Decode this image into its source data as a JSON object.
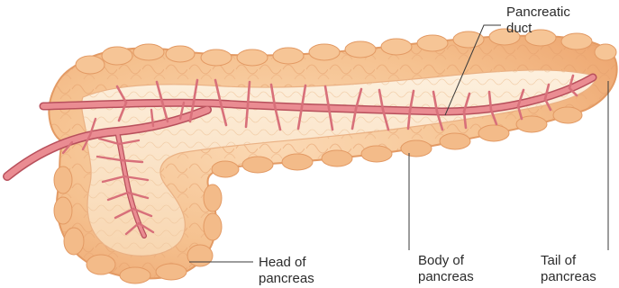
{
  "colors": {
    "gland_outer": "#f2b98a",
    "gland_lobule": "#f7c9a0",
    "gland_outline": "#e7a06f",
    "gland_inner": "#fbe3c6",
    "duct_fill": "#e8848a",
    "duct_outline": "#b8505c",
    "leader": "#3a3a3a"
  },
  "labels": {
    "pancreatic_duct": {
      "line1": "Pancreatic",
      "line2": "duct"
    },
    "head": {
      "line1": "Head of",
      "line2": "pancreas"
    },
    "body": {
      "line1": "Body of",
      "line2": "pancreas"
    },
    "tail": {
      "line1": "Tail of",
      "line2": "pancreas"
    }
  }
}
